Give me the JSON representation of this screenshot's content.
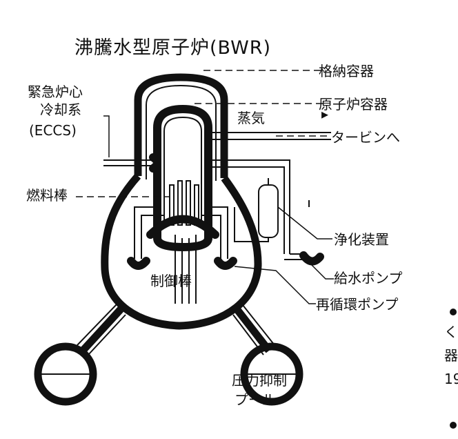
{
  "diagram": {
    "title": "沸騰水型原子炉(BWR)",
    "labels": {
      "containment": "格納容器",
      "reactor_vessel": "原子炉容器",
      "steam": "蒸気",
      "to_turbine": "タービンへ",
      "eccs_line1": "緊急炉心",
      "eccs_line2": "冷却系",
      "eccs_line3": "(ECCS)",
      "fuel_rods": "燃料棒",
      "purification": "浄化装置",
      "control_rods": "制御棒",
      "feedwater_pump": "給水ポンプ",
      "recirculation_pump": "再循環ポンプ",
      "suppression_pool_line1": "圧力抑制",
      "suppression_pool_line2": "プール"
    },
    "margin_text": {
      "line1": "く",
      "line2": "器",
      "line3": "19"
    }
  }
}
